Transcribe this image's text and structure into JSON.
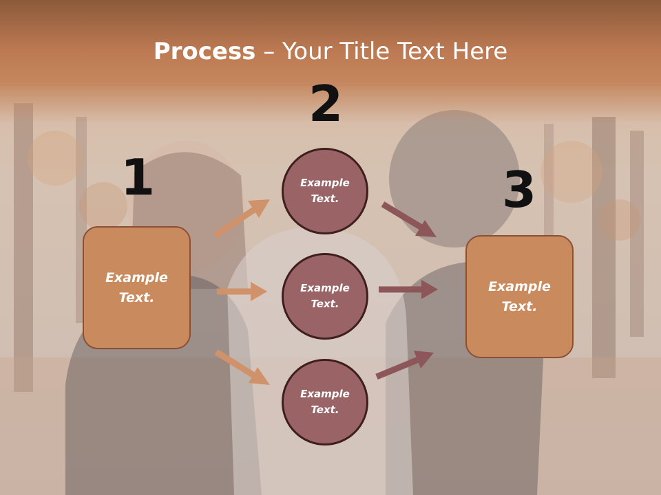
{
  "title": {
    "bold": "Process",
    "rest": " – Your Title Text Here"
  },
  "steps": [
    {
      "number": "1",
      "label": "Example Text."
    },
    {
      "number": "2",
      "items": [
        "Example Text.",
        "Example Text.",
        "Example Text."
      ]
    },
    {
      "number": "3",
      "label": "Example Text."
    }
  ],
  "colors": {
    "header": "#bd7a53",
    "box_fill": "#c98a5e",
    "circle_fill": "#9a6466",
    "arrow_in": "#d0926a",
    "arrow_out": "#8d5659"
  }
}
